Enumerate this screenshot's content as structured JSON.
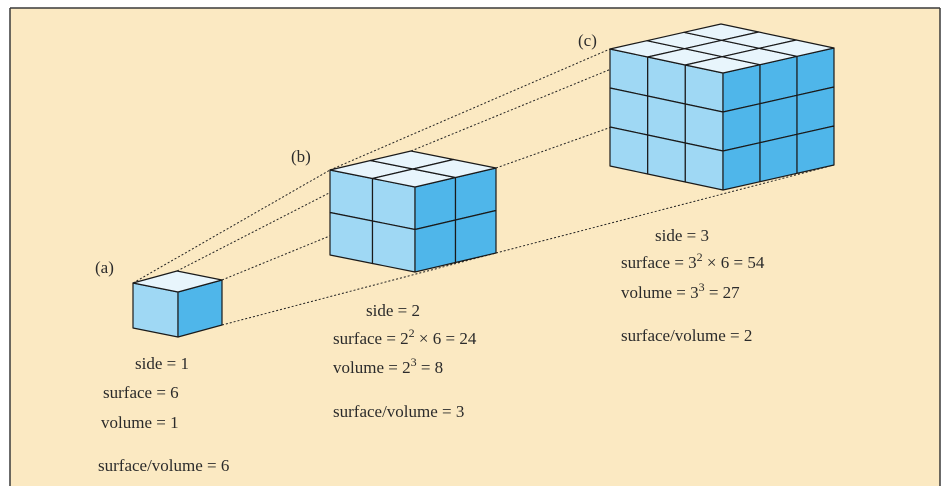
{
  "colors": {
    "background": "#fbe9c2",
    "frame": "#3a3a3a",
    "top_face": "#e8f5fc",
    "left_face": "#9fd8f4",
    "right_face": "#4fb6ea",
    "edge": "#1a1a1a"
  },
  "cubes": [
    {
      "panel": "(a)",
      "grid": 1,
      "side": "side = 1",
      "surface": "surface = 6",
      "volume": "volume = 1",
      "ratio": "surface/volume = 6"
    },
    {
      "panel": "(b)",
      "grid": 2,
      "side": "side = 2",
      "surface": {
        "base": "surface = 2",
        "exp": "2",
        "rest": " × 6 = 24"
      },
      "volume": {
        "base": "volume = 2",
        "exp": "3",
        "rest": " = 8"
      },
      "ratio": "surface/volume = 3"
    },
    {
      "panel": "(c)",
      "grid": 3,
      "side": "side = 3",
      "surface": {
        "base": "surface = 3",
        "exp": "2",
        "rest": " × 6 = 54"
      },
      "volume": {
        "base": "volume = 3",
        "exp": "3",
        "rest": " = 27"
      },
      "ratio": "surface/volume = 2"
    }
  ]
}
